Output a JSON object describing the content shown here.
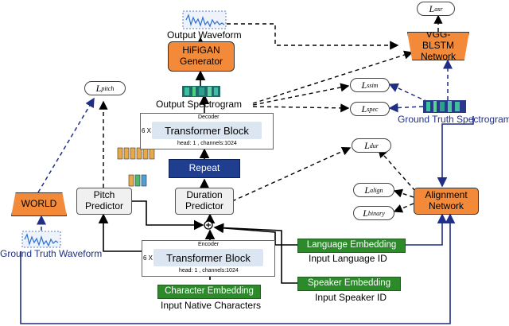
{
  "blocks": {
    "hifigan": "HiFiGAN Generator",
    "vgg": "VGG-BLSTM Network",
    "world": "WORLD",
    "pitch": "Pitch Predictor",
    "duration": "Duration Predictor",
    "repeat": "Repeat",
    "alignment": "Alignment Network",
    "language_emb": "Language Embedding",
    "speaker_emb": "Speaker Embedding",
    "char_emb": "Character Embedding"
  },
  "decoder": {
    "title": "Decoder",
    "repeat": "6 X",
    "block": "Transformer Block",
    "params": "head: 1 , channels:1024"
  },
  "encoder": {
    "title": "Encoder",
    "repeat": "6 X",
    "block": "Transformer Block",
    "params": "head: 1 , channels:1024"
  },
  "labels": {
    "output_waveform": "Output Waveform",
    "output_spectrogram": "Output Spectrogram",
    "gt_spectrogram": "Ground Truth Spectrogram",
    "gt_waveform": "Ground Truth Waveform",
    "input_language": "Input Language ID",
    "input_speaker": "Input Speaker ID",
    "input_chars": "Input Native Characters"
  },
  "losses": {
    "asr": {
      "symbol": "L",
      "sub": "asr"
    },
    "ssim": {
      "symbol": "L",
      "sub": "ssim"
    },
    "spec": {
      "symbol": "L",
      "sub": "spec"
    },
    "pitch": {
      "symbol": "L",
      "sub": "pitch"
    },
    "dur": {
      "symbol": "L",
      "sub": "dur"
    },
    "align": {
      "symbol": "L",
      "sub": "align"
    },
    "binary": {
      "symbol": "L",
      "sub": "binary"
    }
  },
  "colors": {
    "orange": "#f28a3a",
    "navy_arrow": "#1f2f86",
    "repeat_blue": "#1f3e8f",
    "embedding_green": "#2c8a2b",
    "transformer_fill": "#dbe6f2"
  }
}
